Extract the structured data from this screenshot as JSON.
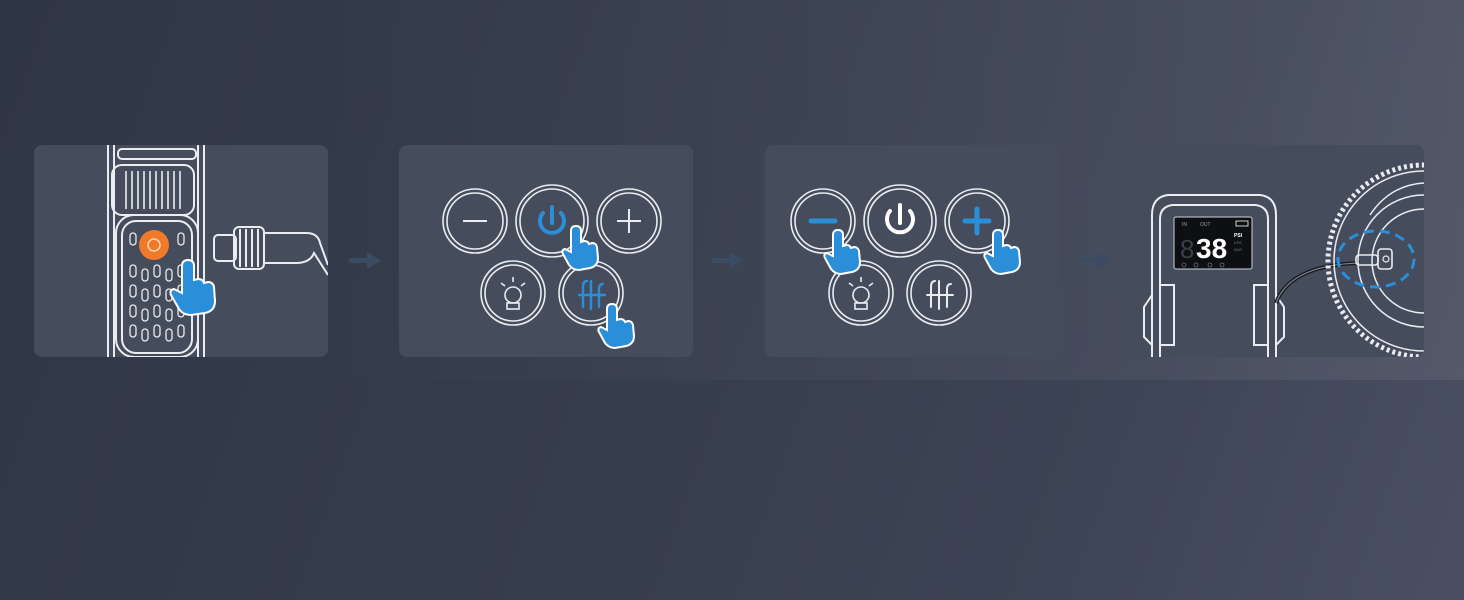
{
  "steps": [
    {
      "id": 1,
      "action": "press-power-button-and-connect-hose"
    },
    {
      "id": 2,
      "action": "press-power-then-mode"
    },
    {
      "id": 3,
      "action": "adjust-pressure-with-minus-plus"
    },
    {
      "id": 4,
      "action": "connect-valve-and-inflate"
    }
  ],
  "display": {
    "in_label": "IN",
    "out_label": "OUT",
    "reading": "38",
    "unit_psi": "PSI",
    "unit_kpa": "KPA",
    "unit_bar": "BAR"
  },
  "colors": {
    "accent_blue": "#2a8fd8",
    "power_orange": "#f07a2a",
    "panel_bg": "#454c5c",
    "line_white": "#e9ecf1",
    "arrow": "#3b4b63"
  },
  "icons": [
    "minus-icon",
    "power-icon",
    "plus-icon",
    "light-icon",
    "mode-icon",
    "hand-pointer-icon",
    "arrow-right-icon"
  ]
}
